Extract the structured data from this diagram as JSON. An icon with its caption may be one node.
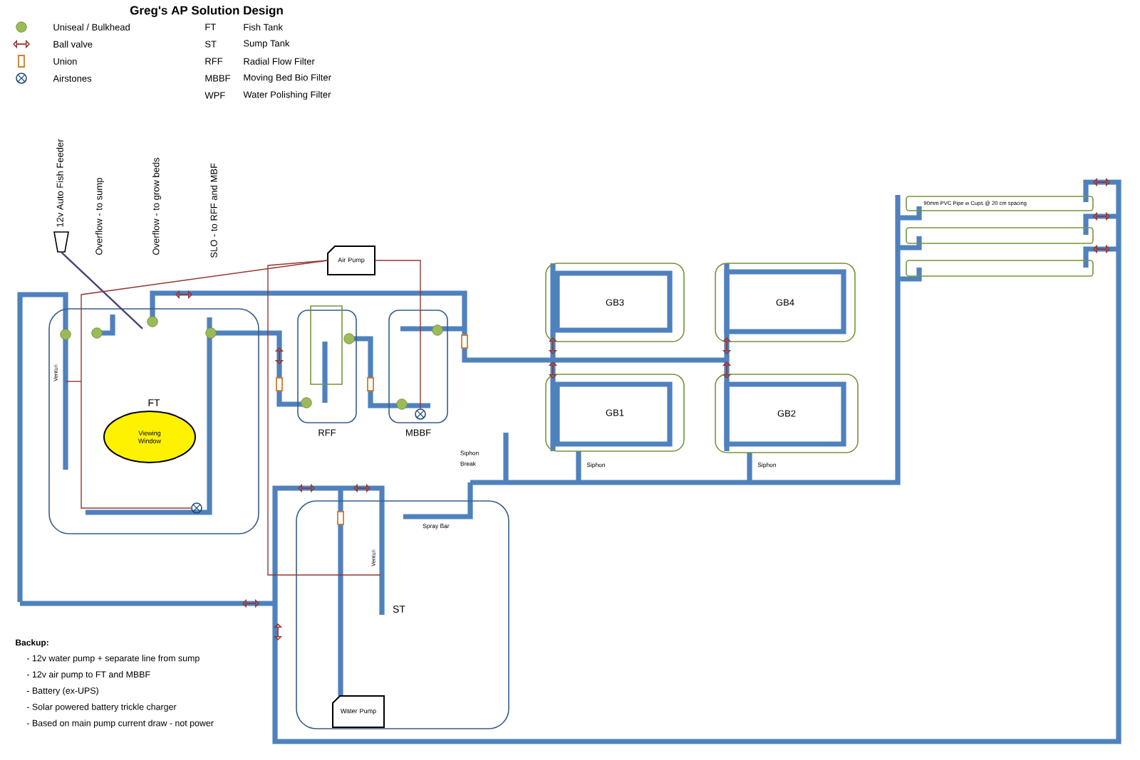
{
  "diagram": {
    "title": "Greg's AP Solution Design",
    "nodes": [
      {
        "text": [
          "FT"
        ]
      },
      {
        "text": [
          "Viewing Window"
        ],
        "in": 0
      },
      {
        "text": [
          "RFF"
        ]
      },
      {
        "text": [
          "MBBF"
        ]
      },
      {
        "text": [
          "Air Pump"
        ]
      },
      {
        "text": [
          "GB3"
        ]
      },
      {
        "text": [
          "GB4"
        ]
      },
      {
        "text": [
          "GB1"
        ]
      },
      {
        "text": [
          "GB2"
        ]
      },
      {
        "text": [
          "90mm PVC Pipe w Cups @ 20 cm spacing"
        ]
      },
      {
        "text": [],
        "shape": "box"
      },
      {
        "text": [],
        "shape": "box"
      },
      {
        "text": [
          "ST"
        ]
      },
      {
        "text": [
          "Water Pump"
        ],
        "in": 12
      },
      {
        "text": [],
        "shape": "picture",
        "beside": [
          "12v Auto Fish Feeder"
        ]
      },
      {
        "text": [],
        "shape": "circle",
        "in": 0
      },
      {
        "text": [],
        "shape": "circle",
        "in": 3
      }
    ],
    "edges": [
      {
        "from": 14,
        "to": 0,
        "arrow": "none",
        "color": "#4b3f7a"
      },
      {
        "from": 4,
        "to": 15,
        "arrow": "none"
      },
      {
        "from": 4,
        "to": 16,
        "arrow": "none"
      },
      {
        "from": 4,
        "to": 12,
        "arrow": "none"
      }
    ],
    "labels": [
      "FT",
      "Fish Tank",
      "ST",
      "Sump Tank",
      "RFF",
      "Radial Flow Filter",
      "MBBF",
      "Moving Bed Bio Filter",
      "WPF",
      "Water Polishing Filter",
      "Overflow - to sump",
      "Overflow - to grow beds",
      "SLO - to RFF and MBF",
      "Venturi",
      "Siphon Break",
      "Siphon",
      "Siphon",
      "Spray Bar",
      "Venturi",
      "Backup:",
      "- 12v water pump + separate line from sump",
      "- 12v air pump to FT and MBBF",
      "- Battery (ex-UPS)",
      "- Solar powered battery trickle charger",
      "- Based on main pump current draw - not power"
    ],
    "legend": [
      {
        "text": "Uniseal / Bulkhead"
      },
      {
        "text": "Ball valve"
      },
      {
        "text": "Union"
      },
      {
        "text": "Airstones"
      }
    ]
  }
}
